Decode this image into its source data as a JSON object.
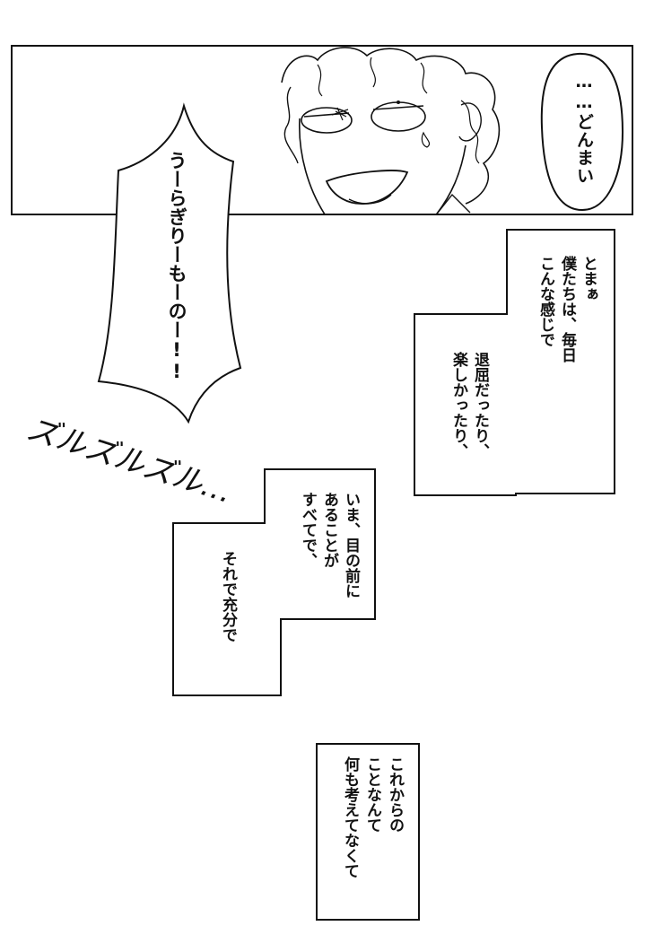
{
  "panel": {
    "speech_bubble": "……どんまい"
  },
  "shout_bubble": "うーらぎりーもーのー!!",
  "sound_effect": "ズルズルズル…",
  "caption_1": {
    "col1": "とまぁ",
    "col2": "僕たちは、毎日",
    "col3": "こんな感じで",
    "col4": "退屈だったり、",
    "col5": "楽しかったり、"
  },
  "caption_2": {
    "col1": "いま、目の前に",
    "col2": "あることが",
    "col3": "すべてで、",
    "col4": "それで充分で"
  },
  "caption_3": {
    "col1": "これからの",
    "col2": "ことなんて",
    "col3": "何も考えてなくて"
  },
  "colors": {
    "ink": "#111111",
    "paper": "#ffffff"
  }
}
